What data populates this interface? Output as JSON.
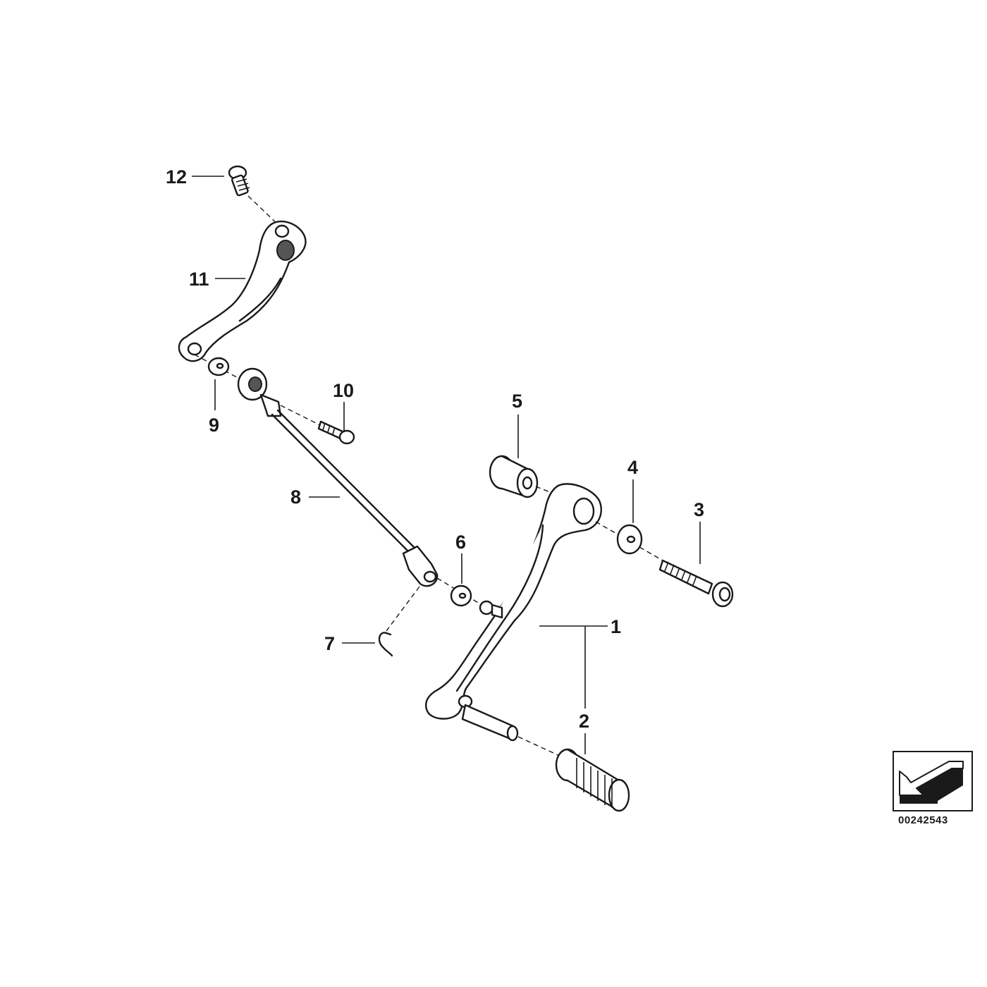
{
  "diagram": {
    "callouts": [
      {
        "id": "c1",
        "label": "1"
      },
      {
        "id": "c2",
        "label": "2"
      },
      {
        "id": "c3",
        "label": "3"
      },
      {
        "id": "c4",
        "label": "4"
      },
      {
        "id": "c5",
        "label": "5"
      },
      {
        "id": "c6",
        "label": "6"
      },
      {
        "id": "c7",
        "label": "7"
      },
      {
        "id": "c8",
        "label": "8"
      },
      {
        "id": "c9",
        "label": "9"
      },
      {
        "id": "c10",
        "label": "10"
      },
      {
        "id": "c11",
        "label": "11"
      },
      {
        "id": "c12",
        "label": "12"
      }
    ],
    "document_number": "00242543",
    "orientation_icon": "direction-arrow-icon"
  },
  "colors": {
    "line": "#1a1a1a",
    "background": "#ffffff",
    "shade": "#555555"
  }
}
